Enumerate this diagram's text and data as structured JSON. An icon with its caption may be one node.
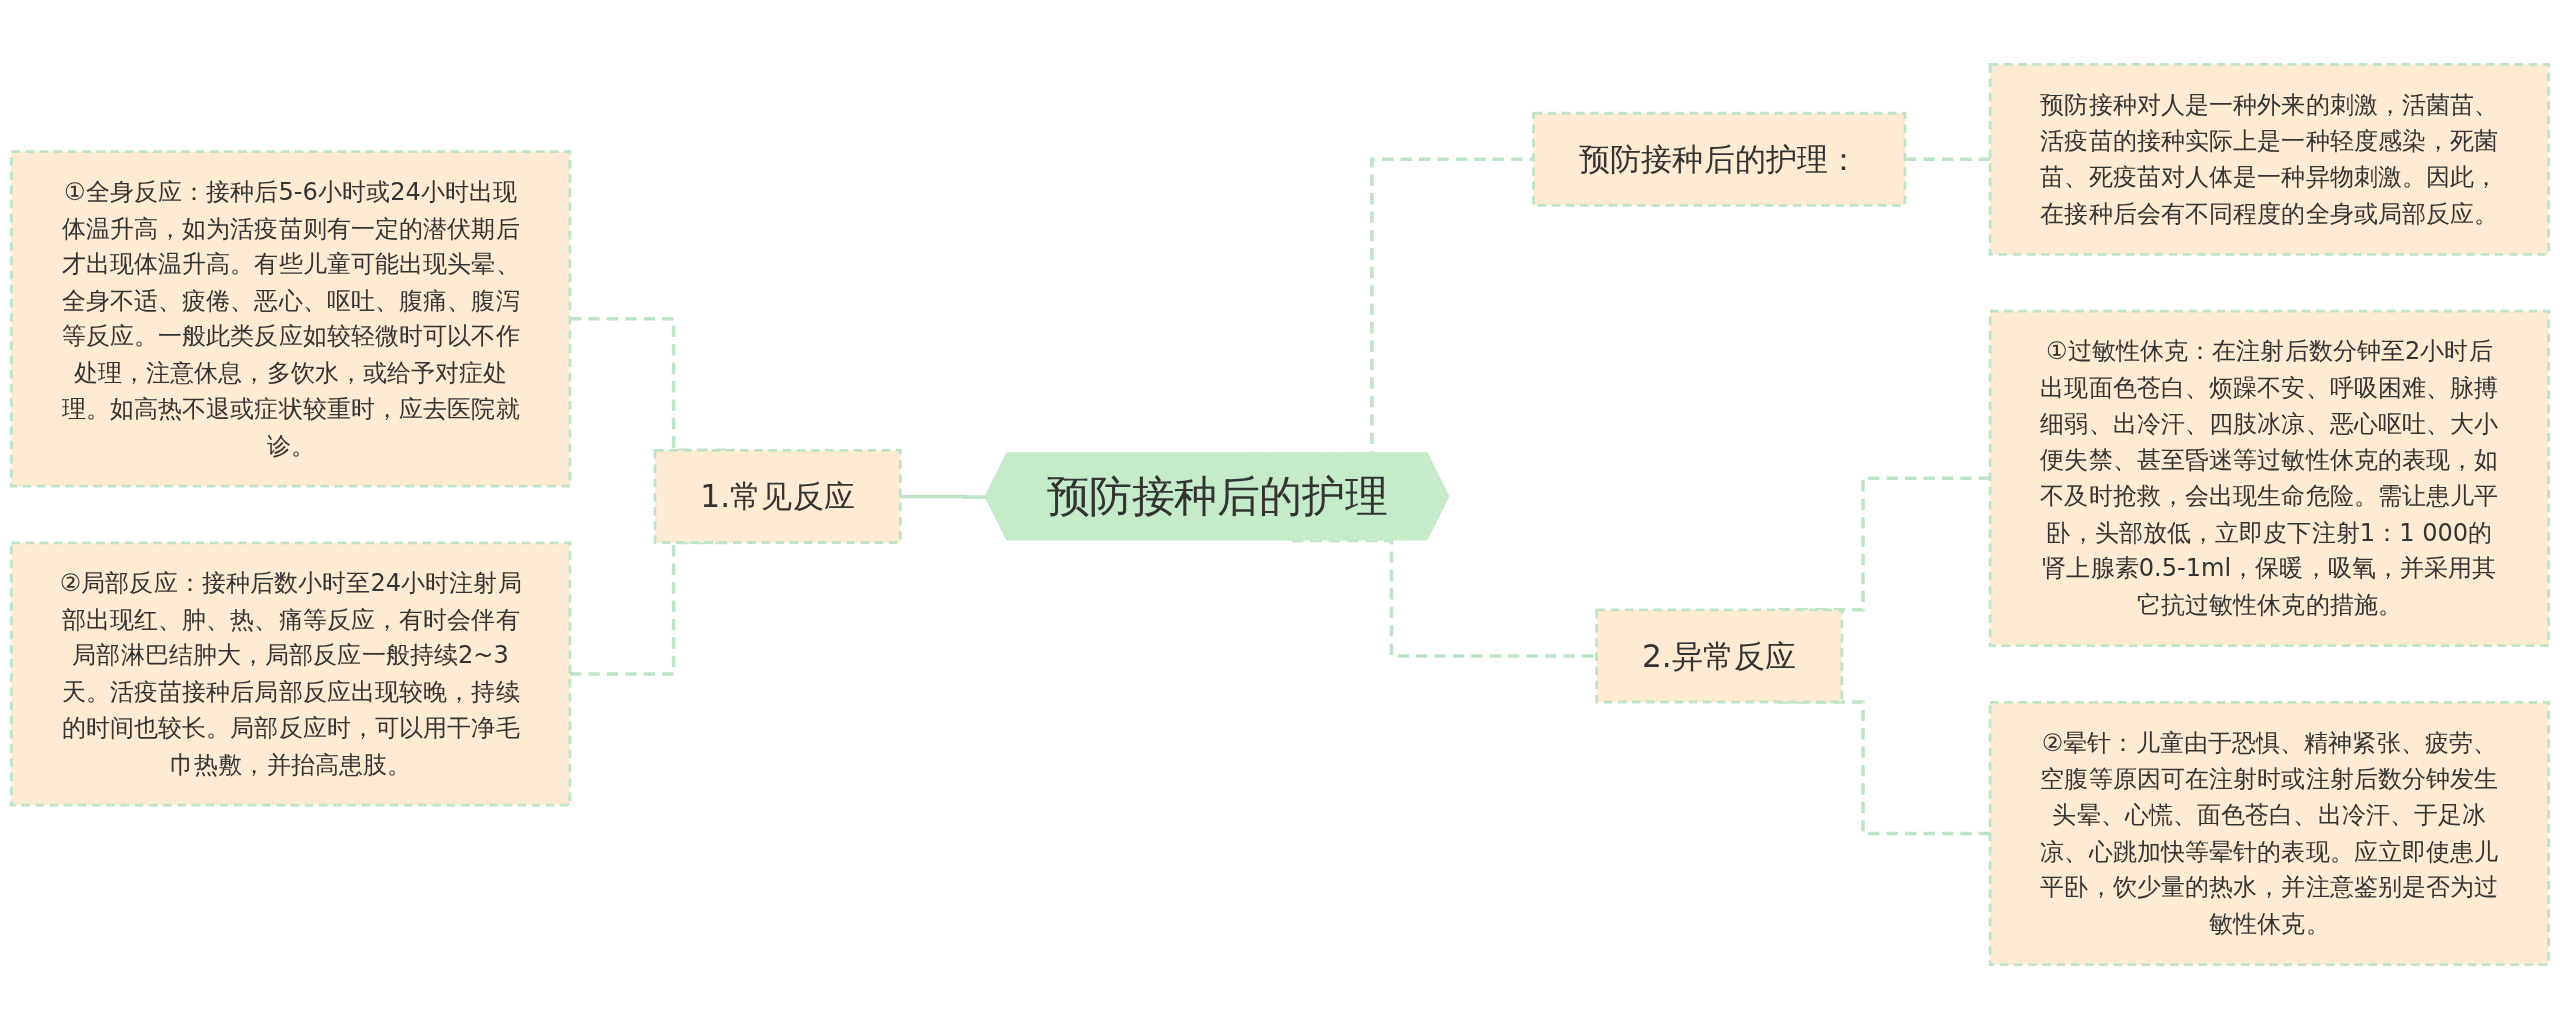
{
  "diagram": {
    "nodes": [
      {
        "text": [
          "预防接种后的护理"
        ]
      },
      {
        "text": [
          "1.常见反应"
        ]
      },
      {
        "text": [
          "①全身反应：接种后5-6小时或24小时出现体温升高，如为活疫苗则有一定的潜伏期后才出现体温升高。有些儿童可能出现头晕、全身不适、疲倦、恶心、呕吐、腹痛、腹泻等反应。一般此类反应如较轻微时可以不作处理，注意休息，多饮水，或给予对症处理。如高热不退或症状较重时，应去医院就诊。"
        ]
      },
      {
        "text": [
          "②局部反应：接种后数小时至24小时注射局部出现红、肿、热、痛等反应，有时会伴有局部淋巴结肿大，局部反应一般持续2~3天。活疫苗接种后局部反应出现较晚，持续的时间也较长。局部反应时，可以用干净毛巾热敷，并抬高患肢。"
        ]
      },
      {
        "text": [
          "预防接种后的护理："
        ]
      },
      {
        "text": [
          "预防接种对人是一种外来的刺激，活菌苗、活疫苗的接种实际上是一种轻度感染，死菌苗、死疫苗对人体是一种异物刺激。因此，在接种后会有不同程度的全身或局部反应。"
        ]
      },
      {
        "text": [
          "2.异常反应"
        ]
      },
      {
        "text": [
          "①过敏性休克：在注射后数分钟至2小时后出现面色苍白、烦躁不安、呼吸困难、脉搏细弱、出冷汗、四肢冰凉、恶心呕吐、大小便失禁、甚至昏迷等过敏性休克的表现，如不及时抢救，会出现生命危险。需让患儿平卧，头部放低，立即皮下注射1：1 000的肾上腺素0.5-1ml，保暖，吸氧，并采用其它抗过敏性休克的措施。"
        ]
      },
      {
        "text": [
          "②晕针：儿童由于恐惧、精神紧张、疲劳、空腹等原因可在注射时或注射后数分钟发生头晕、心慌、面色苍白、出冷汗、于足冰凉、心跳加快等晕针的表现。应立即使患儿平卧，饮少量的热水，并注意鉴别是否为过敏性休克。"
        ]
      }
    ],
    "edges": [
      {
        "from": 2,
        "to": 1,
        "arrow": "none",
        "style": "dashed"
      },
      {
        "from": 3,
        "to": 1,
        "arrow": "none",
        "style": "dashed"
      },
      {
        "from": 1,
        "to": 0,
        "arrow": "none"
      },
      {
        "from": 0,
        "to": 4,
        "arrow": "none",
        "style": "dashed"
      },
      {
        "from": 4,
        "to": 5,
        "arrow": "none",
        "style": "dashed"
      },
      {
        "from": 0,
        "to": 6,
        "arrow": "none",
        "style": "dashed"
      },
      {
        "from": 6,
        "to": 7,
        "arrow": "none",
        "style": "dashed"
      },
      {
        "from": 6,
        "to": 8,
        "arrow": "none",
        "style": "dashed"
      }
    ]
  }
}
